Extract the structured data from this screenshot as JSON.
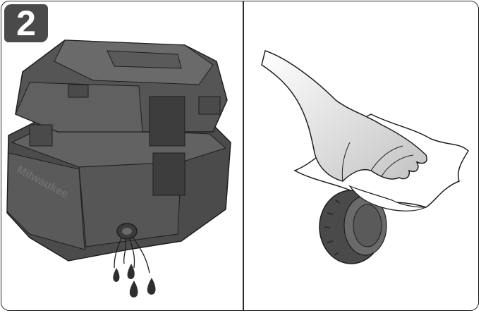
{
  "step": {
    "number": "2"
  },
  "panels": [
    {
      "id": "left",
      "illustration": "tool-box-draining-water-icon"
    },
    {
      "id": "right",
      "illustration": "hand-wiping-cap-icon"
    }
  ],
  "colors": {
    "frame": "#2b2b2b",
    "badge": "#4a4a4a",
    "product_dark": "#4b4b4b",
    "product_mid": "#5e5e5e",
    "product_light": "#747474",
    "hand_fill": "#c8c8c8"
  }
}
